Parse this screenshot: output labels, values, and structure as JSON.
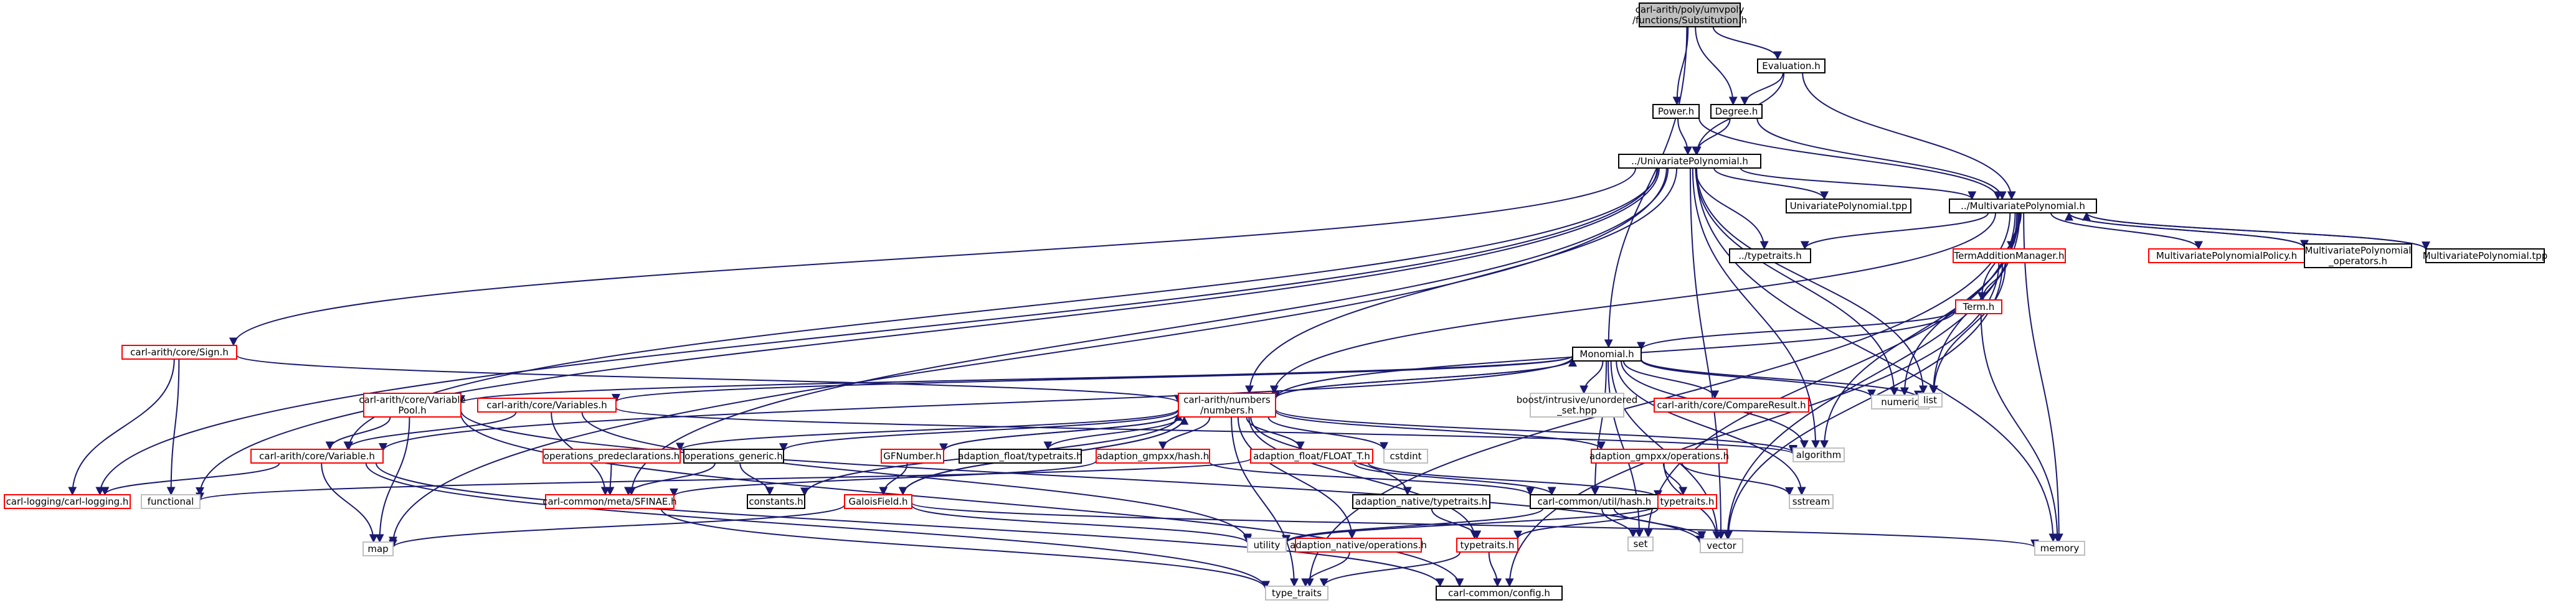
{
  "colors": {
    "edge": "#191970",
    "border_default": "#000000",
    "border_red": "#ff0000",
    "border_gray": "#bfbfbf",
    "fill_root": "#bfbfbf",
    "fill_default": "#ffffff"
  },
  "nodes": [
    {
      "id": "root",
      "lines": [
        "carl-arith/poly/umvpoly",
        "/functions/Substitution.h"
      ],
      "kind": "root"
    },
    {
      "id": "eval",
      "lines": [
        "Evaluation.h"
      ],
      "kind": "black"
    },
    {
      "id": "power",
      "lines": [
        "Power.h"
      ],
      "kind": "black"
    },
    {
      "id": "degree",
      "lines": [
        "Degree.h"
      ],
      "kind": "black"
    },
    {
      "id": "univ",
      "lines": [
        "../UnivariatePolynomial.h"
      ],
      "kind": "black"
    },
    {
      "id": "multi",
      "lines": [
        "../MultivariatePolynomial.h"
      ],
      "kind": "black"
    },
    {
      "id": "univtpp",
      "lines": [
        "UnivariatePolynomial.tpp"
      ],
      "kind": "black"
    },
    {
      "id": "typetraits_up",
      "lines": [
        "../typetraits.h"
      ],
      "kind": "black"
    },
    {
      "id": "mpolicy",
      "lines": [
        "MultivariatePolynomialPolicy.h"
      ],
      "kind": "red"
    },
    {
      "id": "mops",
      "lines": [
        "MultivariatePolynomial",
        "_operators.h"
      ],
      "kind": "black"
    },
    {
      "id": "mtpp",
      "lines": [
        "MultivariatePolynomial.tpp"
      ],
      "kind": "black"
    },
    {
      "id": "termadd",
      "lines": [
        "TermAdditionManager.h"
      ],
      "kind": "red"
    },
    {
      "id": "term",
      "lines": [
        "Term.h"
      ],
      "kind": "red"
    },
    {
      "id": "sign",
      "lines": [
        "carl-arith/core/Sign.h"
      ],
      "kind": "red"
    },
    {
      "id": "monomial",
      "lines": [
        "Monomial.h"
      ],
      "kind": "black"
    },
    {
      "id": "varpool",
      "lines": [
        "carl-arith/core/Variable",
        "Pool.h"
      ],
      "kind": "red"
    },
    {
      "id": "variables",
      "lines": [
        "carl-arith/core/Variables.h"
      ],
      "kind": "red"
    },
    {
      "id": "numbers",
      "lines": [
        "carl-arith/numbers",
        "/numbers.h"
      ],
      "kind": "red"
    },
    {
      "id": "boost",
      "lines": [
        "boost/intrusive/unordered",
        "_set.hpp"
      ],
      "kind": "gray"
    },
    {
      "id": "compare",
      "lines": [
        "carl-arith/core/CompareResult.h"
      ],
      "kind": "red"
    },
    {
      "id": "numeric",
      "lines": [
        "numeric"
      ],
      "kind": "gray"
    },
    {
      "id": "list",
      "lines": [
        "list"
      ],
      "kind": "gray"
    },
    {
      "id": "variable",
      "lines": [
        "carl-arith/core/Variable.h"
      ],
      "kind": "red"
    },
    {
      "id": "opspre",
      "lines": [
        "operations_predeclarations.h"
      ],
      "kind": "red"
    },
    {
      "id": "opsgen",
      "lines": [
        "operations_generic.h"
      ],
      "kind": "black"
    },
    {
      "id": "gfnumber",
      "lines": [
        "GFNumber.h"
      ],
      "kind": "red"
    },
    {
      "id": "afltt",
      "lines": [
        "adaption_float/typetraits.h"
      ],
      "kind": "black"
    },
    {
      "id": "agmphash",
      "lines": [
        "adaption_gmpxx/hash.h"
      ],
      "kind": "red"
    },
    {
      "id": "afloatt",
      "lines": [
        "adaption_float/FLOAT_T.h"
      ],
      "kind": "red"
    },
    {
      "id": "cstdint",
      "lines": [
        "cstdint"
      ],
      "kind": "gray"
    },
    {
      "id": "agmpops",
      "lines": [
        "adaption_gmpxx/operations.h"
      ],
      "kind": "red"
    },
    {
      "id": "algorithm",
      "lines": [
        "algorithm"
      ],
      "kind": "gray"
    },
    {
      "id": "logging",
      "lines": [
        "carl-logging/carl-logging.h"
      ],
      "kind": "red"
    },
    {
      "id": "functional",
      "lines": [
        "functional"
      ],
      "kind": "gray"
    },
    {
      "id": "sfinae",
      "lines": [
        "carl-common/meta/SFINAE.h"
      ],
      "kind": "red"
    },
    {
      "id": "constants",
      "lines": [
        "constants.h"
      ],
      "kind": "black"
    },
    {
      "id": "galois",
      "lines": [
        "GaloisField.h"
      ],
      "kind": "red"
    },
    {
      "id": "antt",
      "lines": [
        "adaption_native/typetraits.h"
      ],
      "kind": "black"
    },
    {
      "id": "cchash",
      "lines": [
        "carl-common/util/hash.h"
      ],
      "kind": "black"
    },
    {
      "id": "typetraits_r",
      "lines": [
        "typetraits.h"
      ],
      "kind": "red"
    },
    {
      "id": "sstream",
      "lines": [
        "sstream"
      ],
      "kind": "gray"
    },
    {
      "id": "map",
      "lines": [
        "map"
      ],
      "kind": "gray"
    },
    {
      "id": "utility",
      "lines": [
        "utility"
      ],
      "kind": "gray"
    },
    {
      "id": "anops",
      "lines": [
        "adaption_native/operations.h"
      ],
      "kind": "red"
    },
    {
      "id": "typetraits_b",
      "lines": [
        "typetraits.h"
      ],
      "kind": "red"
    },
    {
      "id": "set",
      "lines": [
        "set"
      ],
      "kind": "gray"
    },
    {
      "id": "vector",
      "lines": [
        "vector"
      ],
      "kind": "gray"
    },
    {
      "id": "memory",
      "lines": [
        "memory"
      ],
      "kind": "gray"
    },
    {
      "id": "type_traits",
      "lines": [
        "type_traits"
      ],
      "kind": "gray"
    },
    {
      "id": "config",
      "lines": [
        "carl-common/config.h"
      ],
      "kind": "black"
    }
  ],
  "edges": [
    [
      "root",
      "eval"
    ],
    [
      "root",
      "power"
    ],
    [
      "root",
      "degree"
    ],
    [
      "root",
      "monomial"
    ],
    [
      "eval",
      "degree"
    ],
    [
      "eval",
      "univ"
    ],
    [
      "eval",
      "multi"
    ],
    [
      "power",
      "univ"
    ],
    [
      "power",
      "multi"
    ],
    [
      "degree",
      "univ"
    ],
    [
      "degree",
      "multi"
    ],
    [
      "univ",
      "multi"
    ],
    [
      "univ",
      "univtpp"
    ],
    [
      "univ",
      "typetraits_up"
    ],
    [
      "univ",
      "sign"
    ],
    [
      "univ",
      "variable"
    ],
    [
      "univ",
      "numbers"
    ],
    [
      "univ",
      "logging"
    ],
    [
      "univ",
      "functional"
    ],
    [
      "univ",
      "map"
    ],
    [
      "univ",
      "sfinae"
    ],
    [
      "univ",
      "list"
    ],
    [
      "univ",
      "vector"
    ],
    [
      "univ",
      "memory"
    ],
    [
      "univ",
      "algorithm"
    ],
    [
      "univ",
      "numeric"
    ],
    [
      "multi",
      "typetraits_up"
    ],
    [
      "multi",
      "mpolicy"
    ],
    [
      "multi",
      "mops"
    ],
    [
      "multi",
      "mtpp"
    ],
    [
      "multi",
      "termadd"
    ],
    [
      "multi",
      "term"
    ],
    [
      "multi",
      "numbers"
    ],
    [
      "multi",
      "numeric"
    ],
    [
      "multi",
      "list"
    ],
    [
      "multi",
      "vector"
    ],
    [
      "multi",
      "memory"
    ],
    [
      "multi",
      "type_traits"
    ],
    [
      "multi",
      "algorithm"
    ],
    [
      "multi",
      "set"
    ],
    [
      "mops",
      "multi"
    ],
    [
      "mtpp",
      "multi"
    ],
    [
      "termadd",
      "term"
    ],
    [
      "termadd",
      "list"
    ],
    [
      "termadd",
      "vector"
    ],
    [
      "termadd",
      "config"
    ],
    [
      "term",
      "monomial"
    ],
    [
      "term",
      "numbers"
    ],
    [
      "term",
      "memory"
    ],
    [
      "sign",
      "numbers"
    ],
    [
      "sign",
      "functional"
    ],
    [
      "sign",
      "logging"
    ],
    [
      "monomial",
      "varpool"
    ],
    [
      "monomial",
      "variables"
    ],
    [
      "monomial",
      "numbers"
    ],
    [
      "monomial",
      "boost"
    ],
    [
      "monomial",
      "compare"
    ],
    [
      "monomial",
      "numeric"
    ],
    [
      "monomial",
      "list"
    ],
    [
      "monomial",
      "variable"
    ],
    [
      "monomial",
      "cchash"
    ],
    [
      "monomial",
      "algorithm"
    ],
    [
      "monomial",
      "sstream"
    ],
    [
      "monomial",
      "vector"
    ],
    [
      "monomial",
      "set"
    ],
    [
      "varpool",
      "variable"
    ],
    [
      "varpool",
      "map"
    ],
    [
      "varpool",
      "vector"
    ],
    [
      "varpool",
      "config"
    ],
    [
      "variables",
      "variable"
    ],
    [
      "variables",
      "sfinae"
    ],
    [
      "variables",
      "algorithm"
    ],
    [
      "variables",
      "utility"
    ],
    [
      "variable",
      "logging"
    ],
    [
      "variable",
      "map"
    ],
    [
      "variable",
      "type_traits"
    ],
    [
      "variable",
      "config"
    ],
    [
      "numbers",
      "monomial"
    ],
    [
      "numbers",
      "opspre"
    ],
    [
      "numbers",
      "opsgen"
    ],
    [
      "numbers",
      "gfnumber"
    ],
    [
      "numbers",
      "afltt"
    ],
    [
      "numbers",
      "agmphash"
    ],
    [
      "numbers",
      "afloatt"
    ],
    [
      "numbers",
      "cstdint"
    ],
    [
      "numbers",
      "agmpops"
    ],
    [
      "numbers",
      "algorithm"
    ],
    [
      "numbers",
      "constants"
    ],
    [
      "numbers",
      "galois"
    ],
    [
      "numbers",
      "antt"
    ],
    [
      "numbers",
      "anops"
    ],
    [
      "numbers",
      "typetraits_b"
    ],
    [
      "numbers",
      "type_traits"
    ],
    [
      "opspre",
      "sfinae"
    ],
    [
      "opsgen",
      "sfinae"
    ],
    [
      "opsgen",
      "constants"
    ],
    [
      "gfnumber",
      "galois"
    ],
    [
      "gfnumber",
      "numbers"
    ],
    [
      "agmphash",
      "sfinae"
    ],
    [
      "agmphash",
      "cchash"
    ],
    [
      "afloatt",
      "cchash"
    ],
    [
      "afloatt",
      "typetraits_r"
    ],
    [
      "afloatt",
      "functional"
    ],
    [
      "agmpops",
      "typetraits_r"
    ],
    [
      "agmpops",
      "sstream"
    ],
    [
      "agmpops",
      "vector"
    ],
    [
      "galois",
      "numbers"
    ],
    [
      "galois",
      "map"
    ],
    [
      "galois",
      "utility"
    ],
    [
      "galois",
      "memory"
    ],
    [
      "antt",
      "typetraits_b"
    ],
    [
      "cchash",
      "utility"
    ],
    [
      "cchash",
      "set"
    ],
    [
      "cchash",
      "vector"
    ],
    [
      "typetraits_r",
      "utility"
    ],
    [
      "typetraits_r",
      "typetraits_b"
    ],
    [
      "sfinae",
      "type_traits"
    ],
    [
      "anops",
      "type_traits"
    ],
    [
      "typetraits_b",
      "type_traits"
    ],
    [
      "typetraits_b",
      "config"
    ]
  ]
}
